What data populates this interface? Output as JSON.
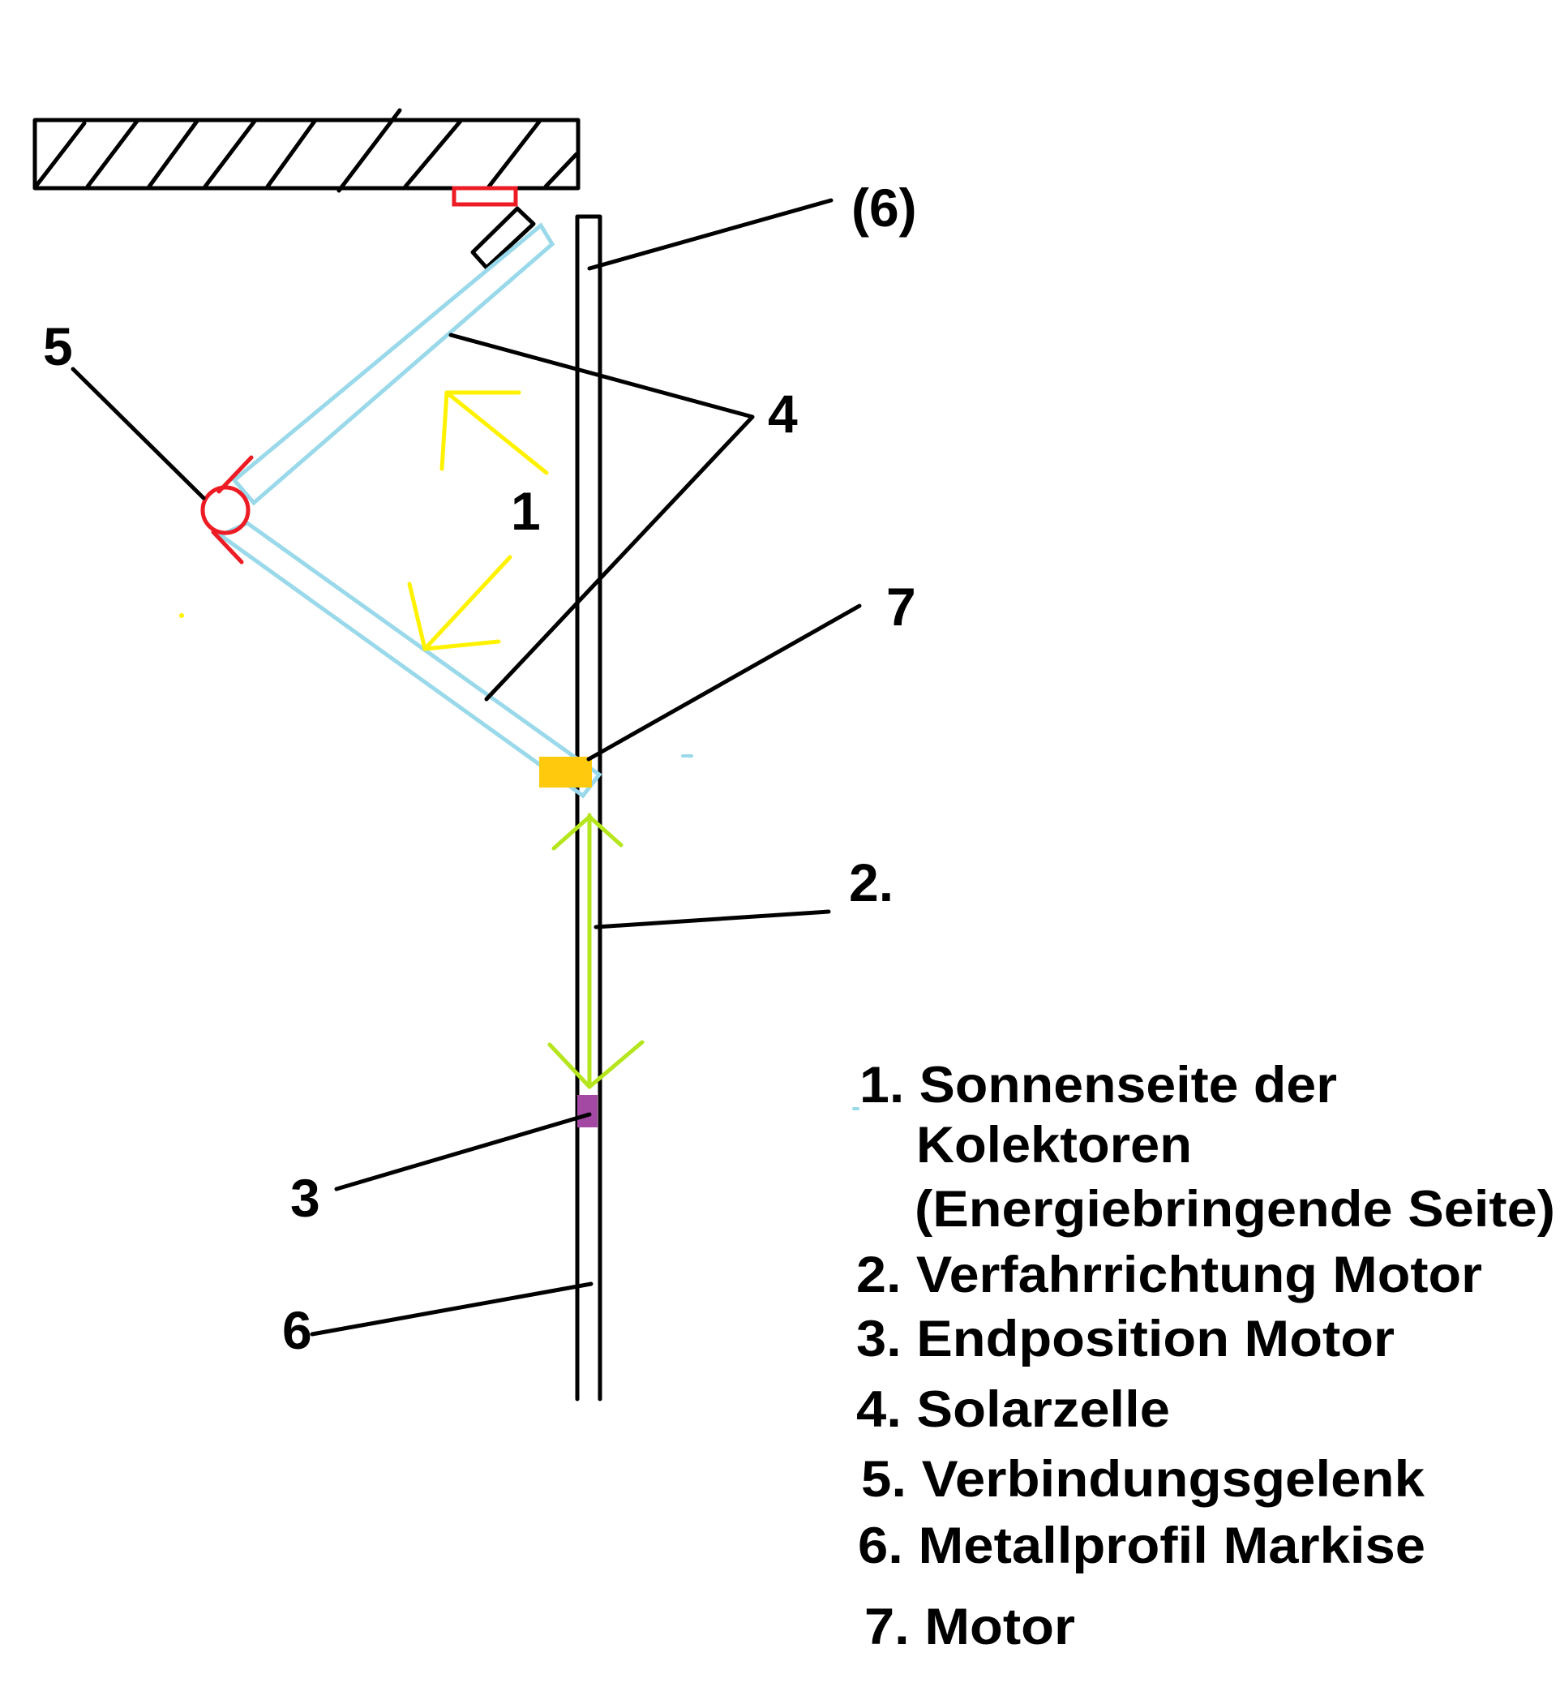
{
  "diagram": {
    "callouts": {
      "profile_top": "(6)",
      "joint": "5",
      "solar_cell": "4",
      "sun_side": "1",
      "motor": "7",
      "travel_direction": "2.",
      "end_position": "3",
      "profile_bottom": "6"
    },
    "colors": {
      "panel_outline": "#99D9EA",
      "joint": "#ED1C24",
      "sun_arrows": "#FFF200",
      "travel_arrow": "#B5E61D",
      "motor": "#FFC90E",
      "end_position": "#A349A4",
      "ceiling_bracket": "#ED1C24"
    },
    "legend": [
      {
        "lines": [
          "1. Sonnenseite der",
          "Kolektoren",
          "(Energiebringende Seite)"
        ]
      },
      {
        "lines": [
          "2. Verfahrrichtung Motor"
        ]
      },
      {
        "lines": [
          "3. Endposition Motor"
        ]
      },
      {
        "lines": [
          "4. Solarzelle"
        ]
      },
      {
        "lines": [
          "5. Verbindungsgelenk"
        ]
      },
      {
        "lines": [
          "6. Metallprofil Markise"
        ]
      },
      {
        "lines": [
          "7. Motor"
        ]
      }
    ]
  }
}
